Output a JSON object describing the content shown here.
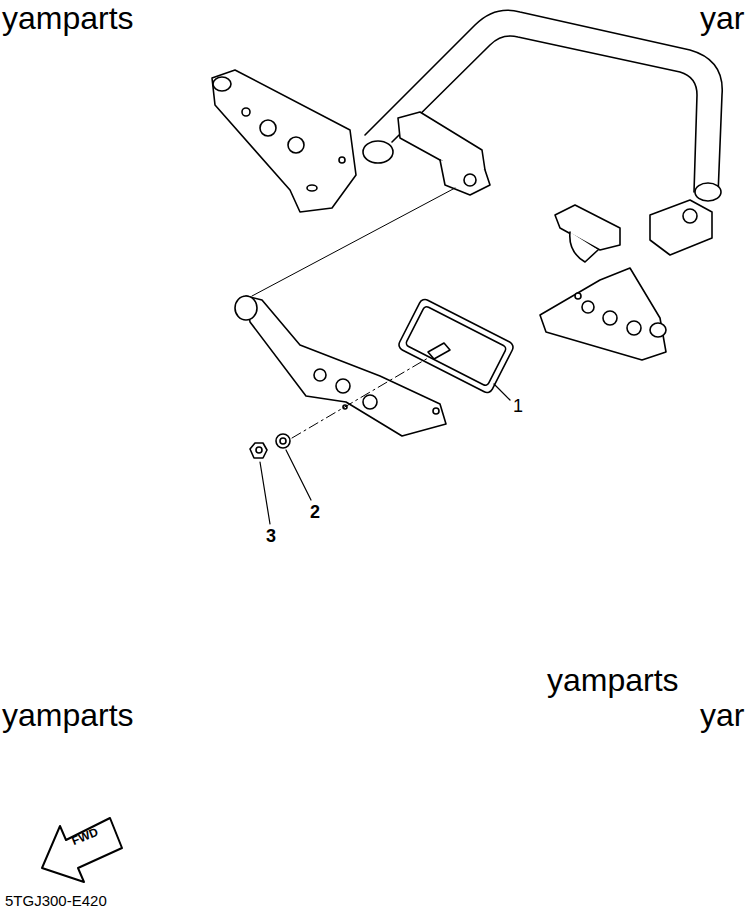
{
  "diagram": {
    "labels": [
      "yamparts",
      "yar",
      "1",
      "2",
      "3",
      "yamparts",
      "yamparts",
      "yar",
      "FWD",
      "5TGJ300-E420"
    ]
  }
}
